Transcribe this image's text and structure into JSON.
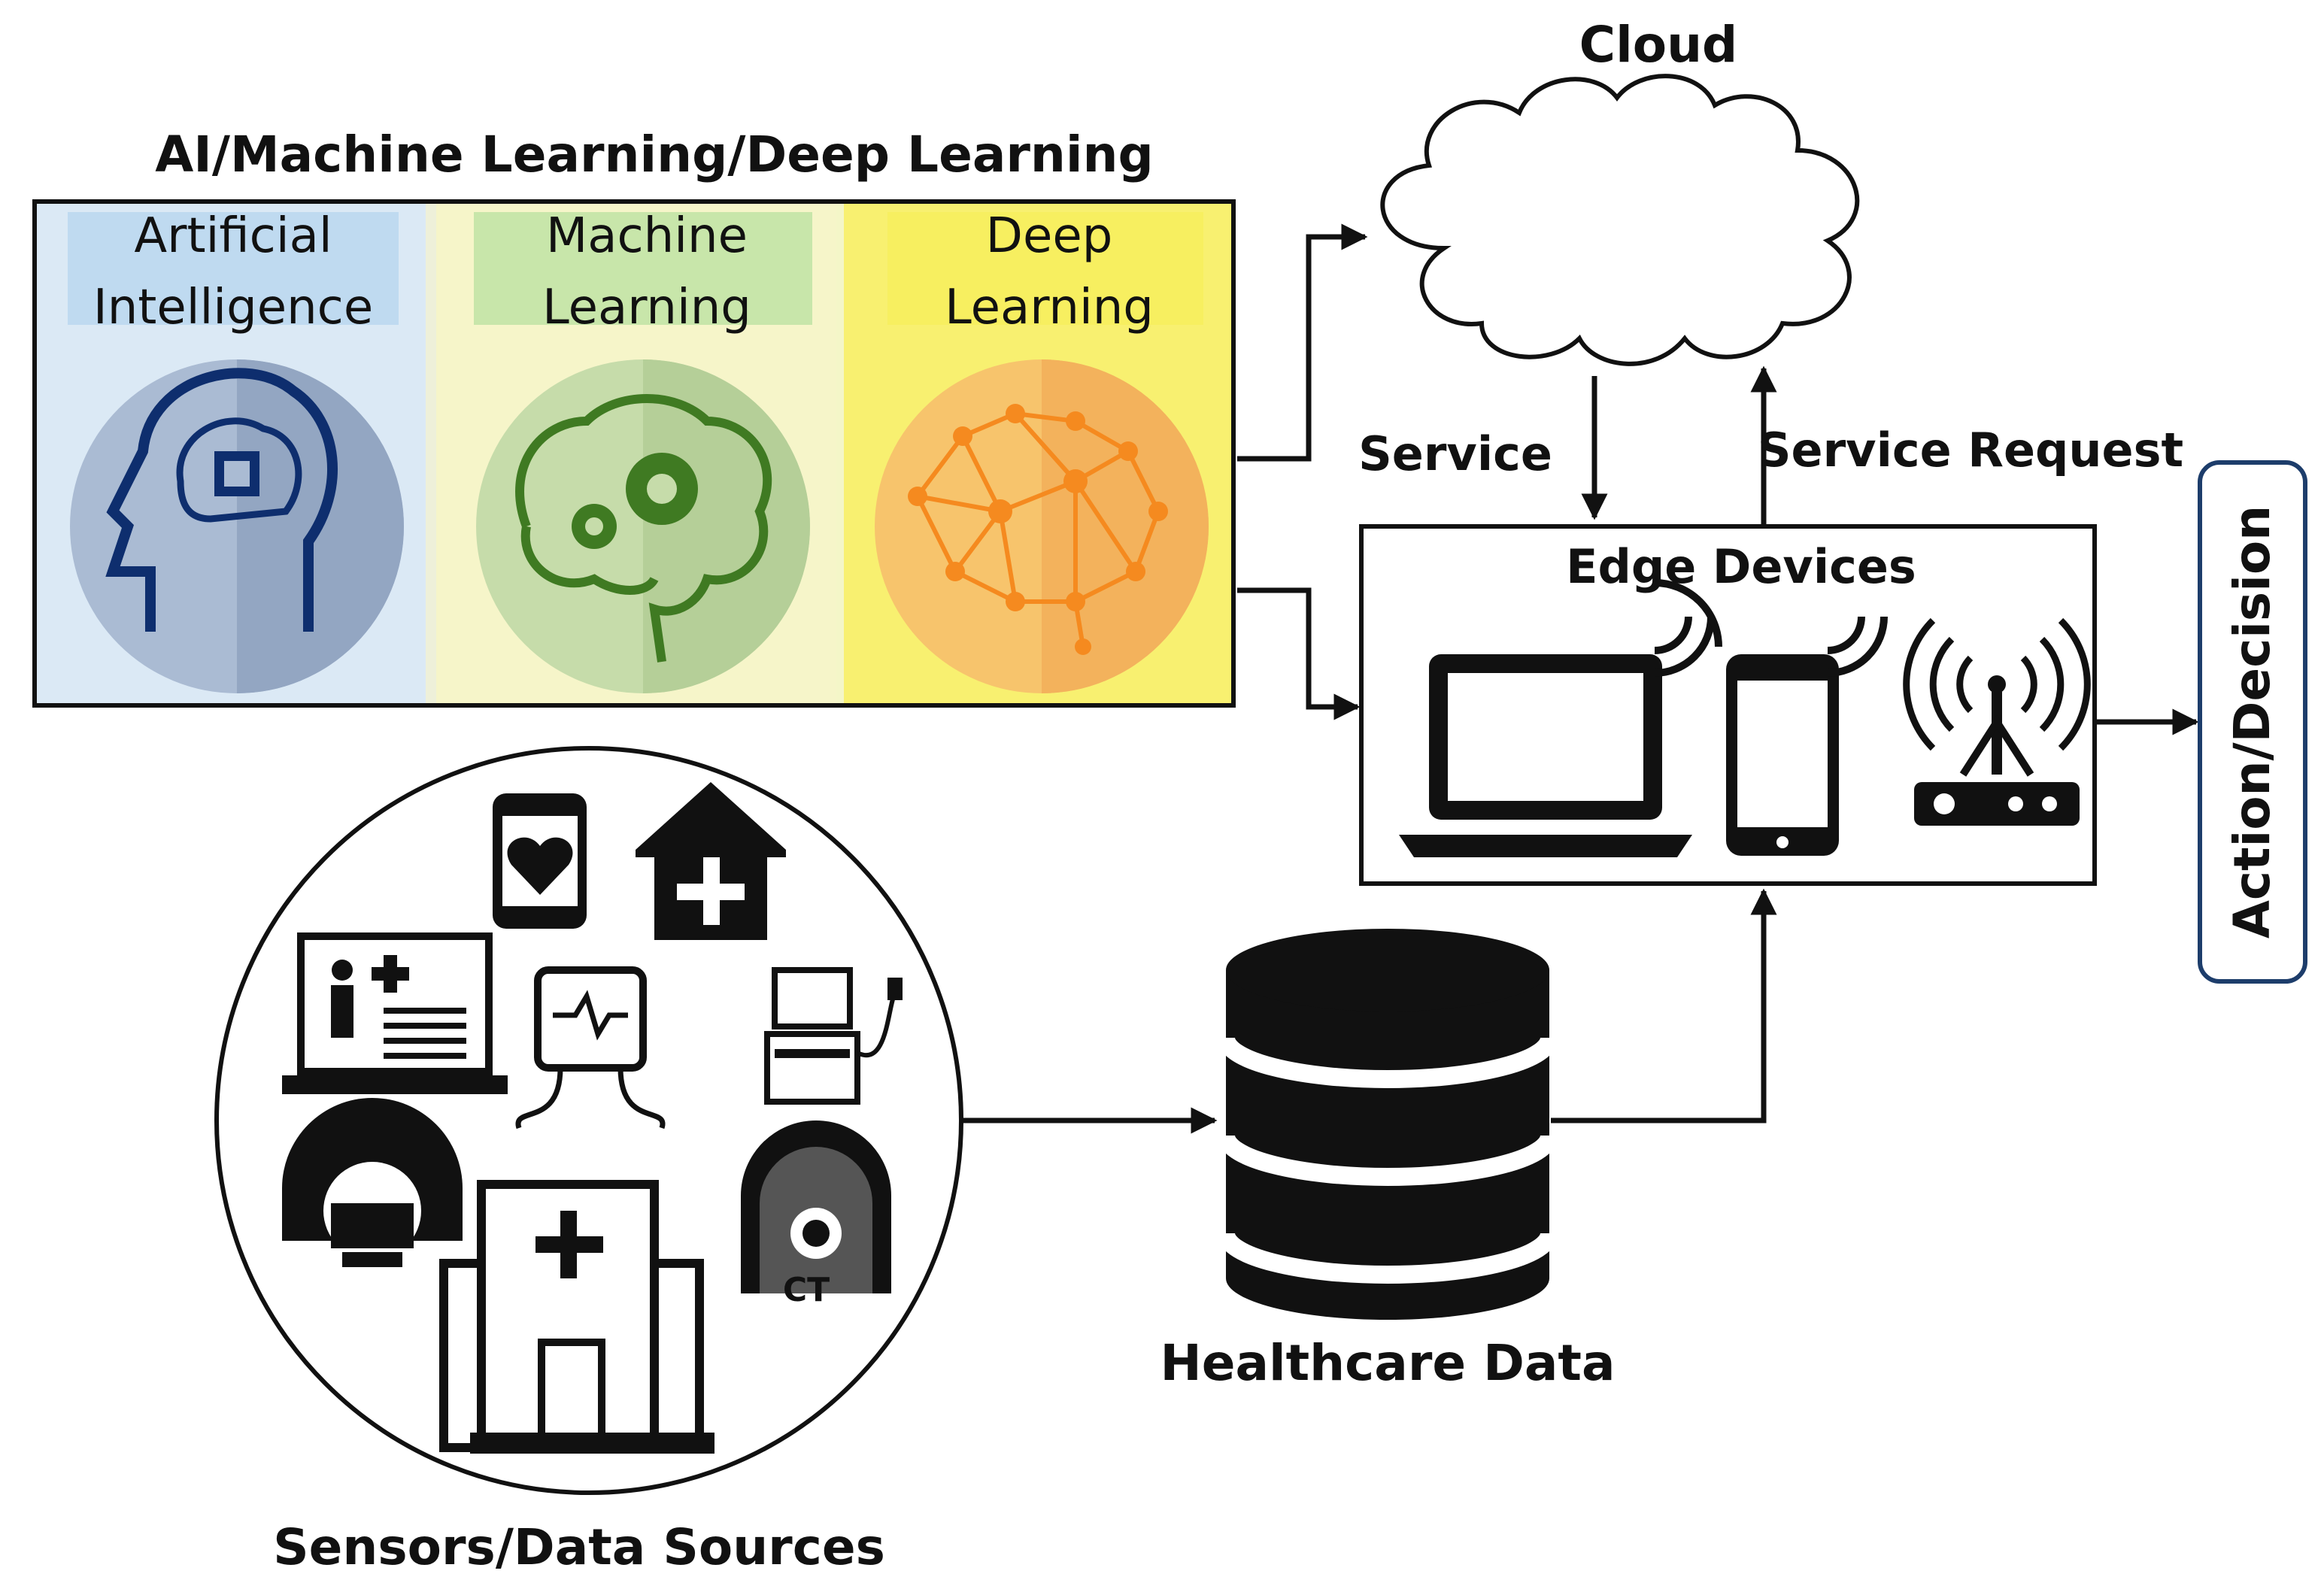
{
  "ai_section": {
    "title": "AI/Machine Learning/Deep Learning",
    "panels": [
      {
        "label_line1": "Artificial",
        "label_line2": "Intelligence",
        "icon": "brain-chip-icon",
        "bg_color": "#dbe9f5",
        "circle_color": "#aabbd3"
      },
      {
        "label_line1": "Machine",
        "label_line2": "Learning",
        "icon": "brain-gears-icon",
        "bg_color": "#f6f5c9",
        "circle_color": "#c6dcaa"
      },
      {
        "label_line1": "Deep",
        "label_line2": "Learning",
        "icon": "neural-network-brain-icon",
        "bg_color": "#f8f070",
        "circle_color": "#f7c46c"
      }
    ]
  },
  "cloud": {
    "label": "Cloud"
  },
  "edge": {
    "title": "Edge Devices",
    "devices": [
      "laptop-icon",
      "smartphone-icon",
      "wireless-router-icon"
    ]
  },
  "links": {
    "service": "Service",
    "service_request": "Service Request"
  },
  "action": {
    "label": "Action/Decision"
  },
  "healthcare": {
    "label": "Healthcare Data",
    "icon": "database-icon"
  },
  "sensors": {
    "label": "Sensors/Data Sources",
    "ct_label": "CT",
    "icons": [
      "smartwatch-heart-icon",
      "home-health-icon",
      "patient-record-laptop-icon",
      "ecg-monitor-icon",
      "ultrasound-machine-icon",
      "mri-scanner-icon",
      "hospital-building-icon",
      "ct-scanner-icon"
    ]
  },
  "colors": {
    "ink": "#111111",
    "ai_blue_stroke": "#0e2e6e",
    "ml_green_stroke": "#3f7a22",
    "dl_orange": "#f58a1f",
    "action_border": "#1d3d6b"
  }
}
